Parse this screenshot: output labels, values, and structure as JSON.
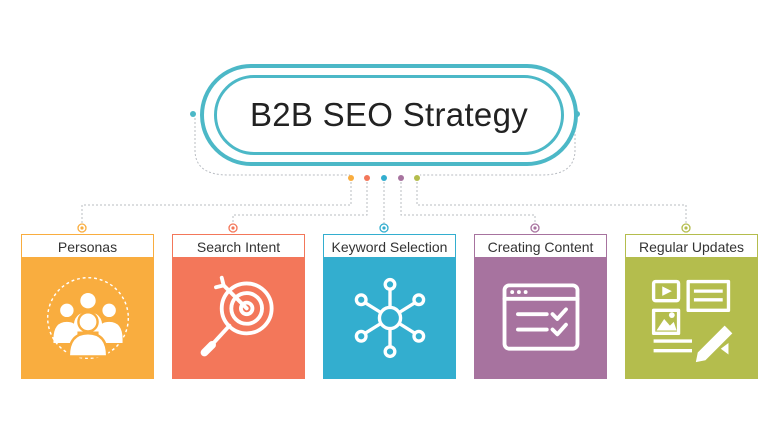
{
  "title": "B2B SEO Strategy",
  "colors": {
    "title_ring": "#4cb8c7",
    "connector": "#b8bcc2"
  },
  "cards": [
    {
      "label": "Personas",
      "color": "#f9ad3f",
      "icon": "people-group-icon"
    },
    {
      "label": "Search Intent",
      "color": "#f3775a",
      "icon": "target-magnifier-icon"
    },
    {
      "label": "Keyword Selection",
      "color": "#33aecf",
      "icon": "network-hub-icon"
    },
    {
      "label": "Creating Content",
      "color": "#a7739f",
      "icon": "checklist-window-icon"
    },
    {
      "label": "Regular Updates",
      "color": "#b4bd4d",
      "icon": "media-edit-icon"
    }
  ]
}
